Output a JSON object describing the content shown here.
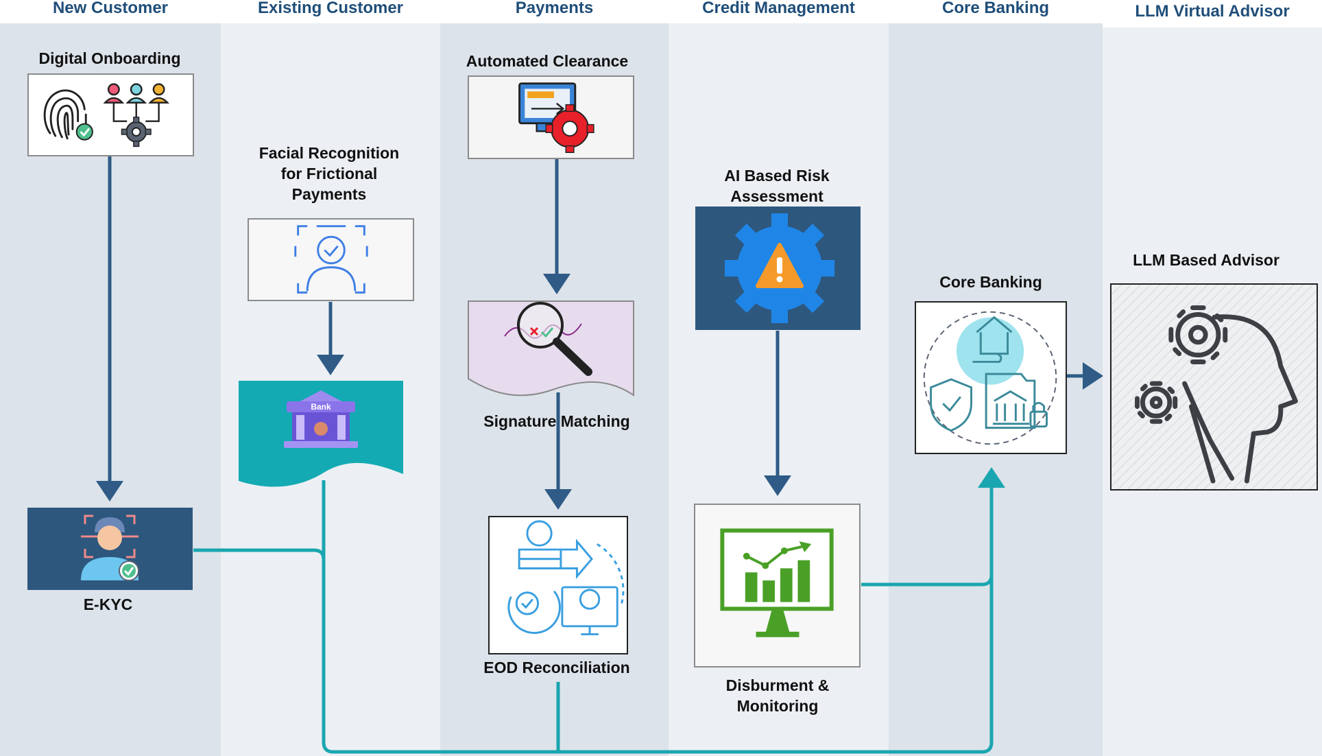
{
  "lanes": [
    {
      "title": "New Customer"
    },
    {
      "title": "Existing Customer"
    },
    {
      "title": "Payments"
    },
    {
      "title": "Credit Management"
    },
    {
      "title": "Core Banking"
    },
    {
      "title": "LLM Virtual Advisor"
    }
  ],
  "nodes": {
    "digital_onboarding": {
      "label": "Digital Onboarding",
      "icon": "fingerprint-users-icon"
    },
    "ekyc": {
      "label": "E-KYC",
      "icon": "face-scan-user-icon"
    },
    "facial_recognition": {
      "label": "Facial Recognition for Frictional Payments",
      "icon": "face-recognition-icon"
    },
    "bank": {
      "icon": "bank-building-icon",
      "sign": "Bank"
    },
    "automated_clearance": {
      "label": "Automated Clearance",
      "icon": "monitor-gear-icon"
    },
    "signature_matching": {
      "label": "Signature Matching",
      "icon": "magnifier-signature-icon"
    },
    "eod_reconciliation": {
      "label": "EOD Reconciliation",
      "icon": "reconciliation-icon"
    },
    "ai_risk": {
      "label": "AI Based Risk Assessment",
      "icon": "gear-warning-icon"
    },
    "disbursement": {
      "label": "Disburment & Monitoring",
      "icon": "monitor-chart-icon"
    },
    "core_banking": {
      "label": "Core Banking",
      "icon": "core-banking-icon"
    },
    "llm_advisor": {
      "label": "LLM Based Advisor",
      "icon": "ai-head-gears-icon"
    }
  },
  "colors": {
    "lane_dark": "#dde3ea",
    "lane_light": "#ecf0f4",
    "lane_title": "#1f4e79",
    "navy_arrow": "#2f5b86",
    "teal_line": "#1aa6b0",
    "navy_box": "#2e577e"
  }
}
